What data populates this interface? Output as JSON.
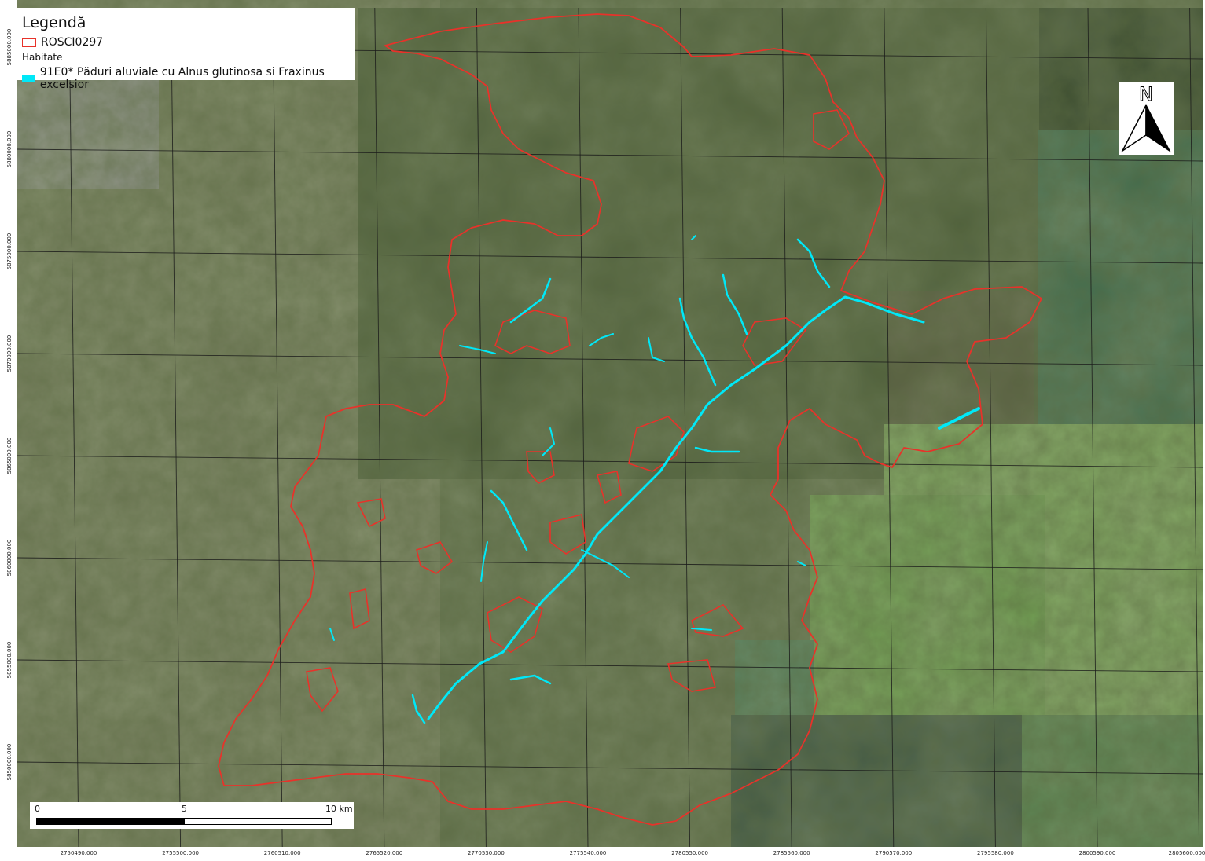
{
  "legend": {
    "title": "Legendă",
    "boundary_label": "ROSCI0297",
    "habitat_group": "Habitate",
    "habitat_label": "91E0* Păduri aluviale cu Alnus glutinosa si Fraxinus excelsior",
    "boundary_color": "#e8322a",
    "habitat_color": "#00e8f8"
  },
  "north_arrow": {
    "label": "N"
  },
  "scale": {
    "zero": "0",
    "mid": "5",
    "end": "10 km"
  },
  "x_ticks": [
    "2750490.000",
    "2755500.000",
    "2760510.000",
    "2765520.000",
    "2770530.000",
    "2775540.000",
    "2780550.000",
    "2785560.000",
    "2790570.000",
    "2795580.000",
    "2800590.000",
    "2805600.000"
  ],
  "y_ticks": [
    "5885000.000",
    "5880000.000",
    "5875000.000",
    "5870000.000",
    "5865000.000",
    "5860000.000",
    "5855000.000",
    "5850000.000"
  ],
  "colors": {
    "forest_dark": "#3c4d2e",
    "forest_mid": "#56683f",
    "farmland": "#7c8664",
    "mountain_bright": "#7fae5c",
    "grid": "#1a1a1a"
  }
}
